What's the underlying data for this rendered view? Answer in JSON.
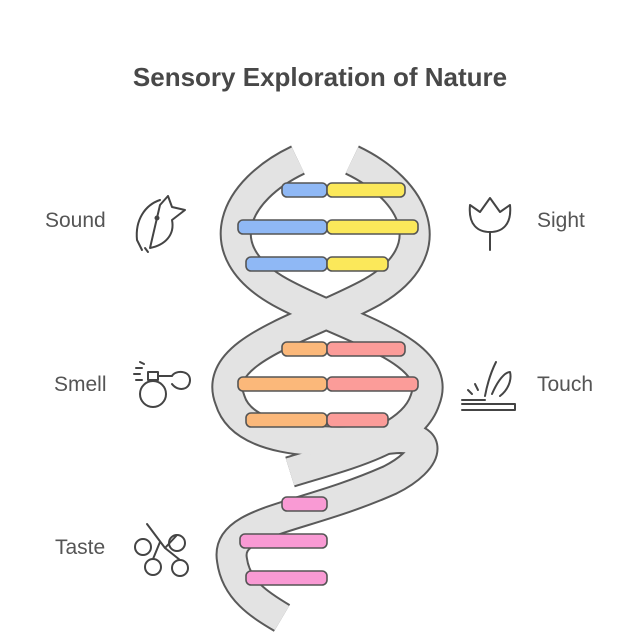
{
  "title": "Sensory Exploration of Nature",
  "senses": [
    {
      "label": "Sound",
      "icon": "bird-icon"
    },
    {
      "label": "Sight",
      "icon": "rose-icon"
    },
    {
      "label": "Smell",
      "icon": "perfume-icon"
    },
    {
      "label": "Touch",
      "icon": "hand-touch-icon"
    },
    {
      "label": "Taste",
      "icon": "berries-icon"
    }
  ],
  "colors": {
    "blue": "#8fb8f5",
    "yellow": "#fbe85a",
    "orange": "#fbb87a",
    "salmon": "#fb9c99",
    "pink": "#f99ad4",
    "strand": "#e3e3e3"
  }
}
